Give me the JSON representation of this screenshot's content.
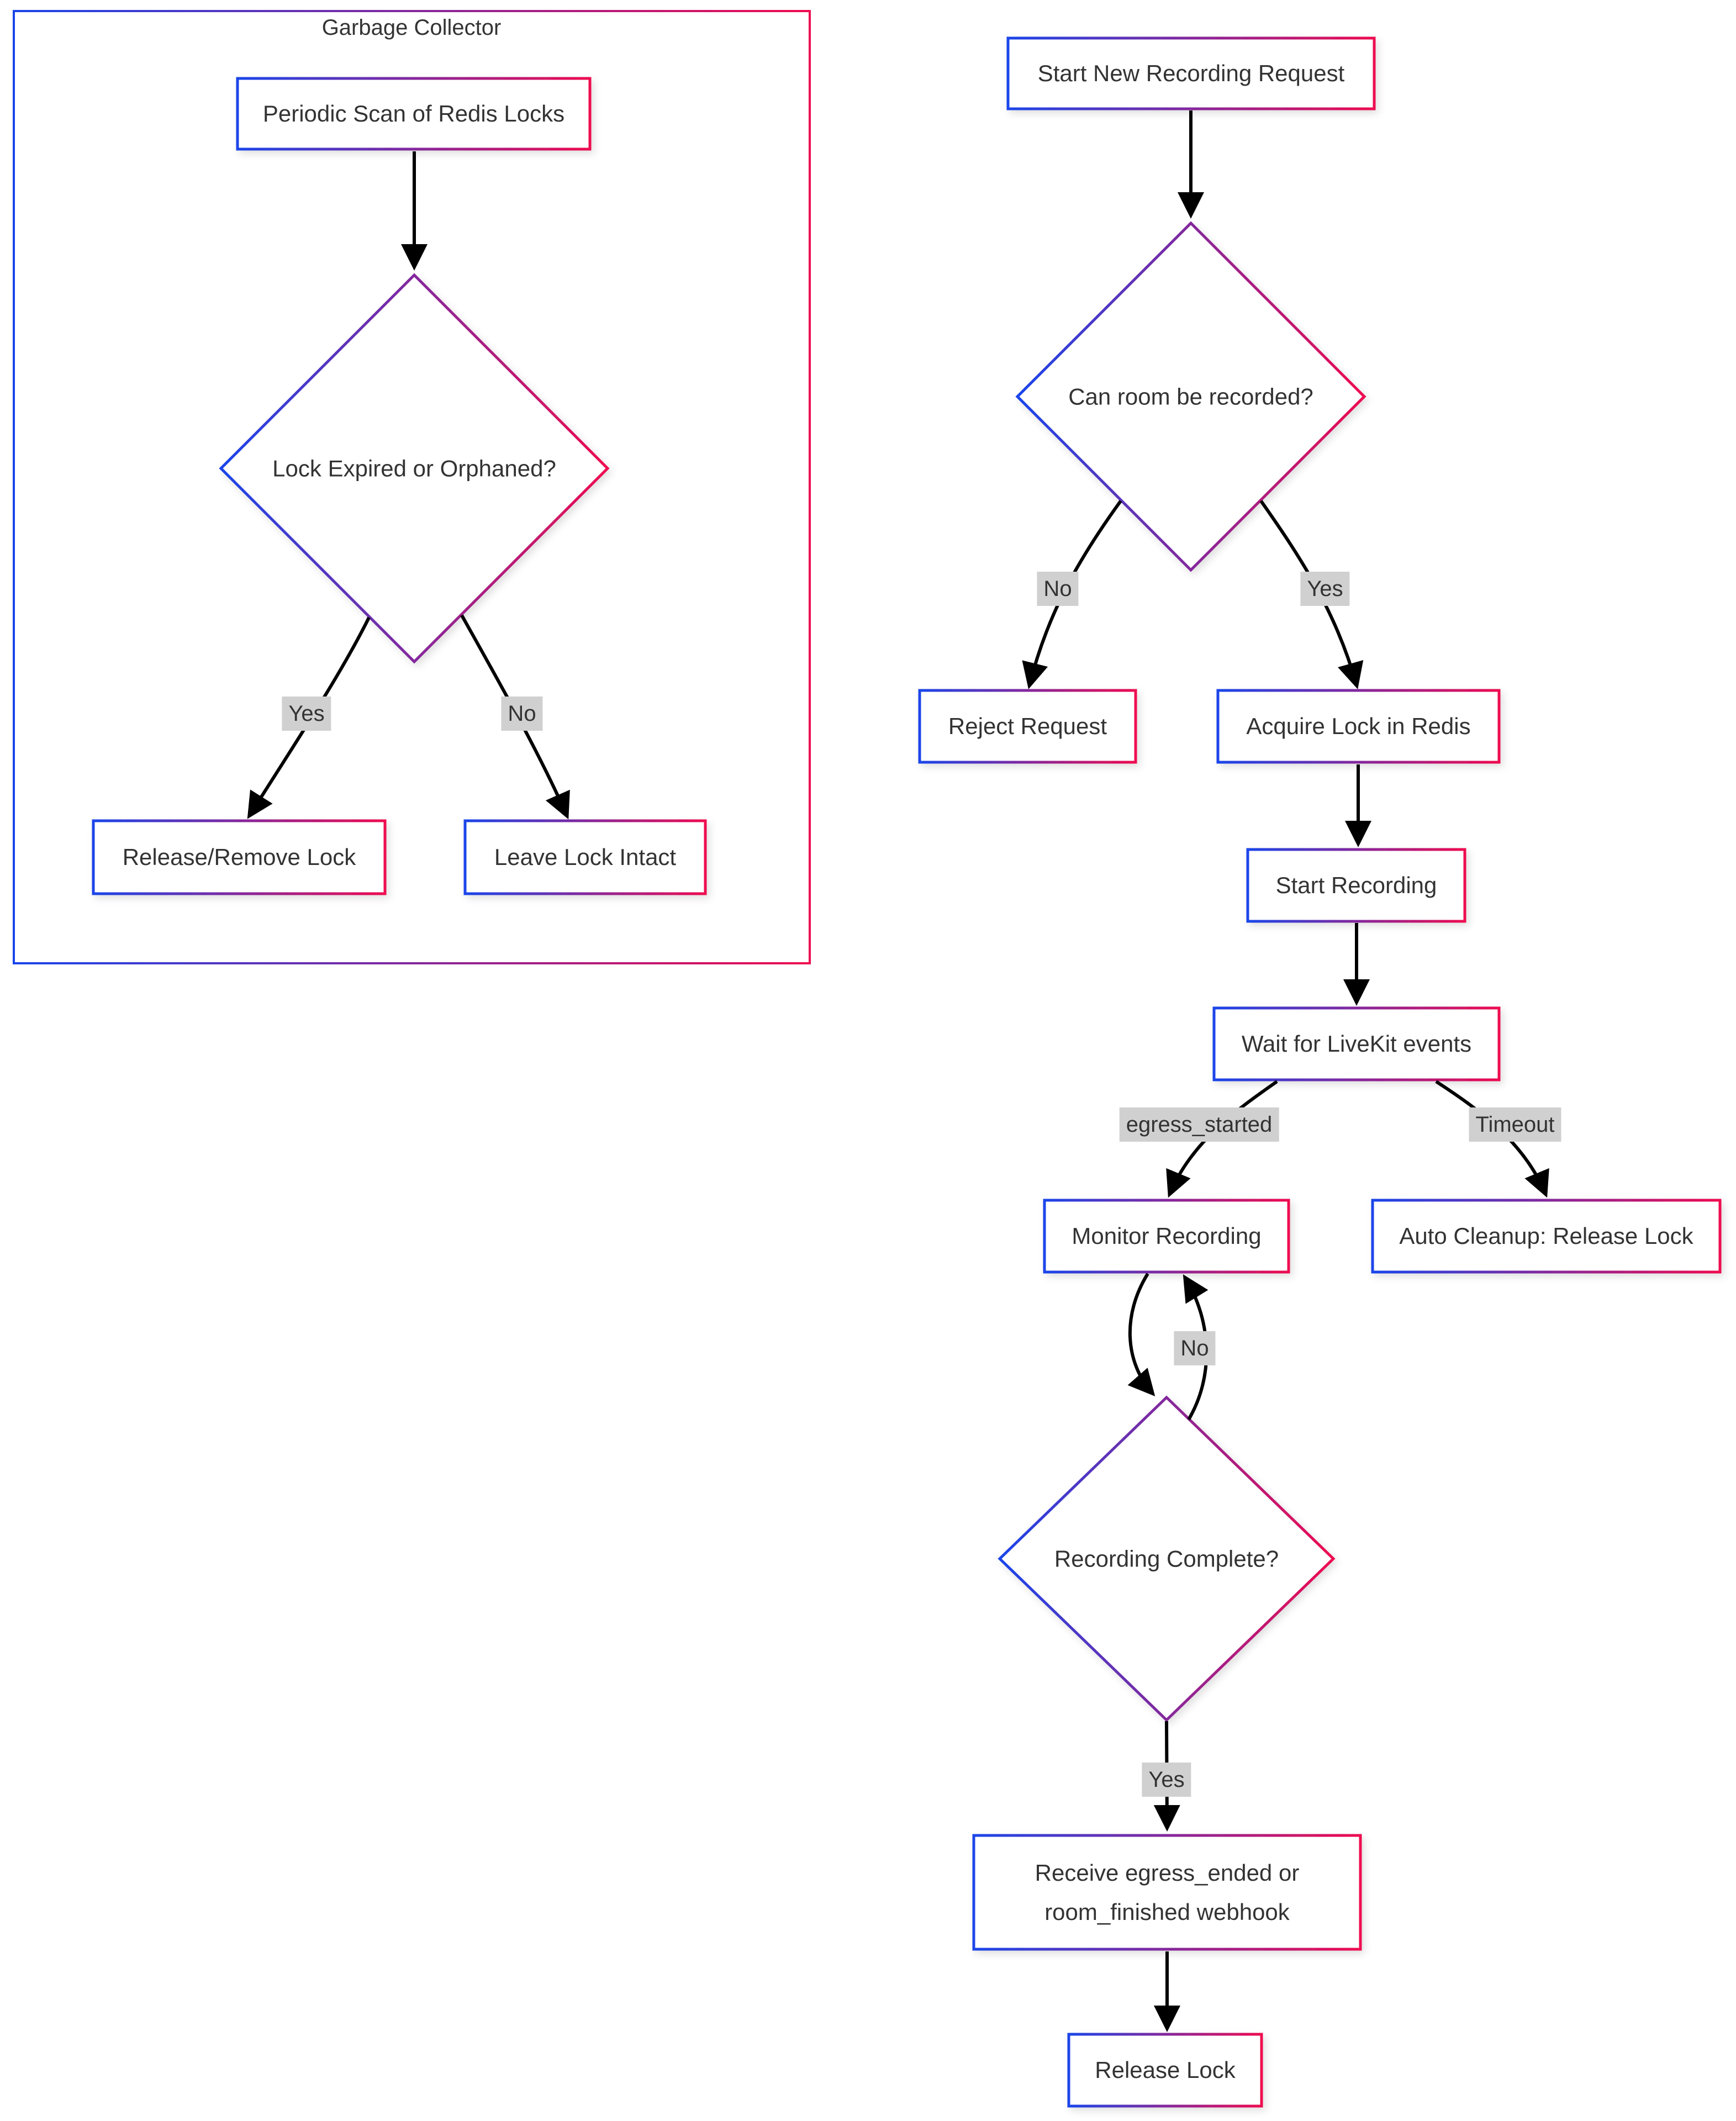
{
  "diagram": {
    "type": "flowchart",
    "subgraph": {
      "title": "Garbage Collector"
    },
    "nodes": {
      "periodic_scan": "Periodic Scan of Redis Locks",
      "lock_expired": "Lock Expired or Orphaned?",
      "release_remove": "Release/Remove Lock",
      "leave_intact": "Leave Lock Intact",
      "start_request": "Start New Recording Request",
      "can_record": "Can room be recorded?",
      "reject": "Reject Request",
      "acquire_lock": "Acquire Lock in Redis",
      "start_recording": "Start Recording",
      "wait_events": "Wait for LiveKit events",
      "monitor": "Monitor Recording",
      "auto_cleanup": "Auto Cleanup: Release Lock",
      "recording_complete": "Recording Complete?",
      "receive_webhook": "Receive egress_ended or room_finished webhook",
      "release_lock": "Release Lock"
    },
    "edge_labels": {
      "gc_yes": "Yes",
      "gc_no": "No",
      "record_no": "No",
      "record_yes": "Yes",
      "egress_started": "egress_started",
      "timeout": "Timeout",
      "loop_no": "No",
      "complete_yes": "Yes"
    },
    "colors": {
      "gradient_start": "#1a45ea",
      "gradient_end": "#ee0b50",
      "edge_label_bg": "#d0d0d0",
      "text": "#333333",
      "arrow": "#000000"
    }
  }
}
